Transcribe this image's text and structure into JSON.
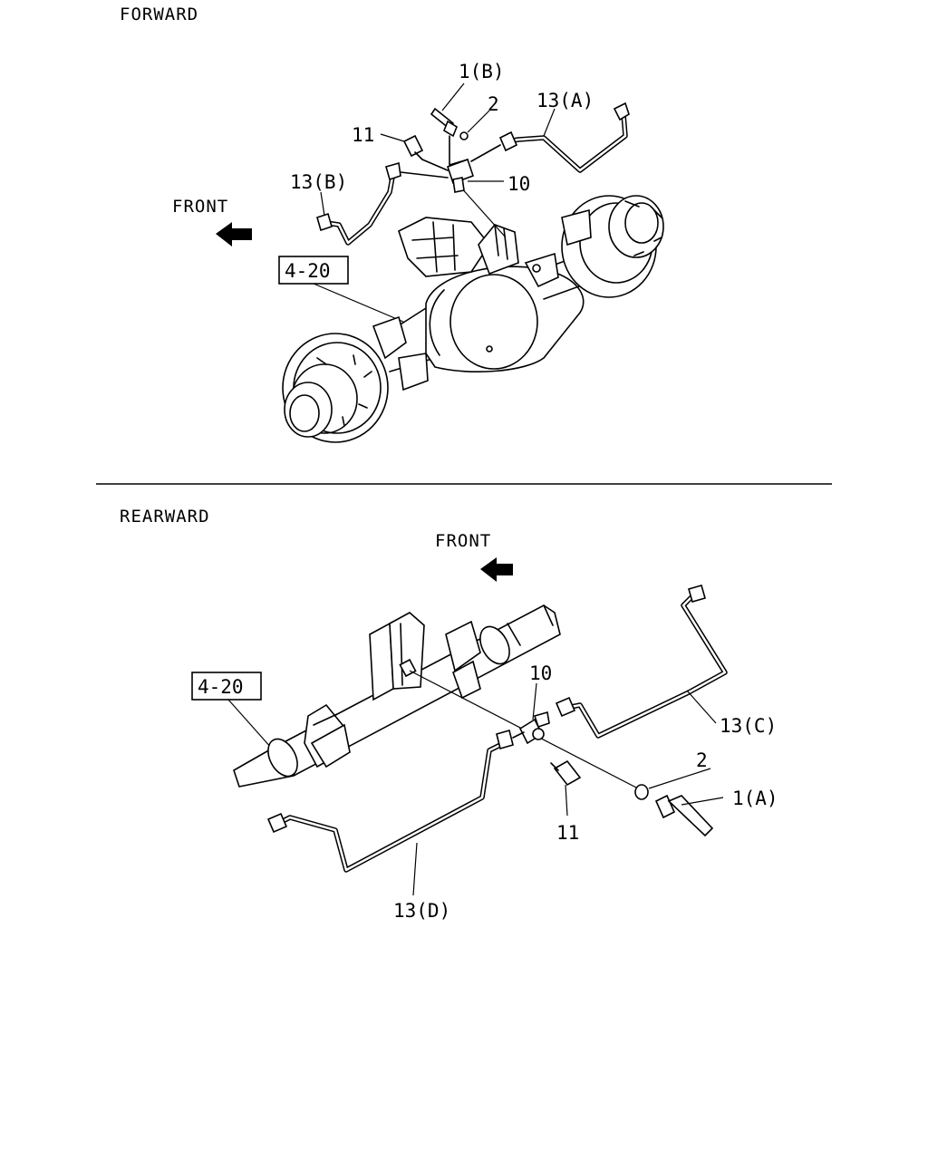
{
  "forward": {
    "title": "FORWARD",
    "front_label": "FRONT",
    "ref_box": "4-20",
    "callouts": {
      "c1b": "1(B)",
      "c2": "2",
      "c13a": "13(A)",
      "c11": "11",
      "c10": "10",
      "c13b": "13(B)"
    }
  },
  "rearward": {
    "title": "REARWARD",
    "front_label": "FRONT",
    "ref_box": "4-20",
    "callouts": {
      "c10": "10",
      "c13c": "13(C)",
      "c2": "2",
      "c1a": "1(A)",
      "c11": "11",
      "c13d": "13(D)"
    }
  }
}
